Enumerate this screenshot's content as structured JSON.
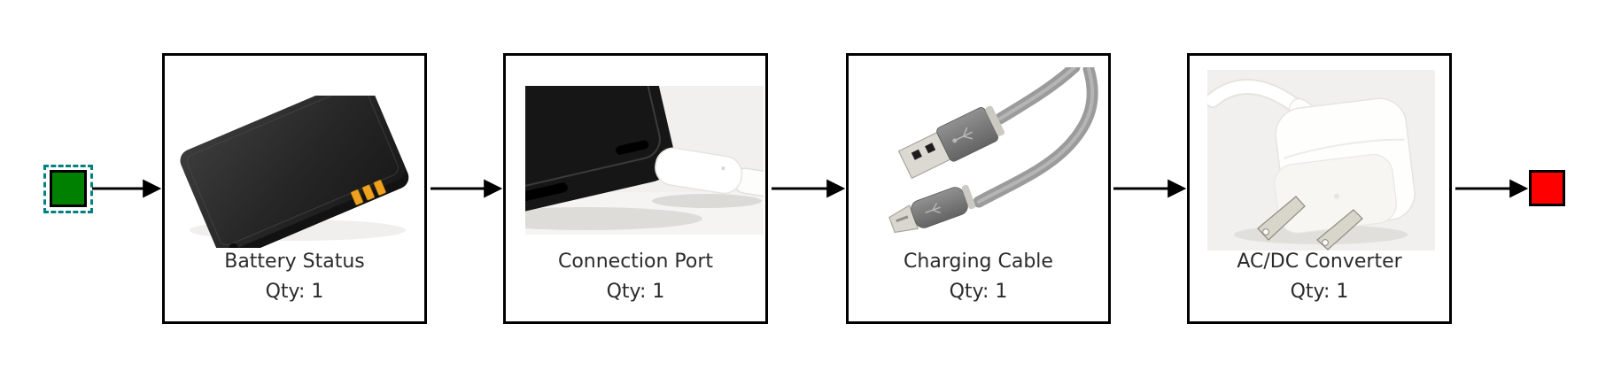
{
  "diagram": {
    "colors": {
      "line": "#000000",
      "text": "#2b2b2b",
      "selection": "#008080",
      "start-fill": "#008000",
      "end-fill": "#fe0000"
    },
    "start_node": {
      "shape": "square",
      "fill": "#008000",
      "selected": true
    },
    "end_node": {
      "shape": "square",
      "fill": "#fe0000"
    },
    "nodes": [
      {
        "label": "Battery Status",
        "qty": "Qty: 1",
        "image": "phone-battery-photo"
      },
      {
        "label": "Connection Port",
        "qty": "Qty: 1",
        "image": "phone-connection-port-photo"
      },
      {
        "label": "Charging Cable",
        "qty": "Qty: 1",
        "image": "usb-charging-cable-photo"
      },
      {
        "label": "AC/DC Converter",
        "qty": "Qty: 1",
        "image": "ac-dc-wall-charger-photo"
      }
    ]
  }
}
